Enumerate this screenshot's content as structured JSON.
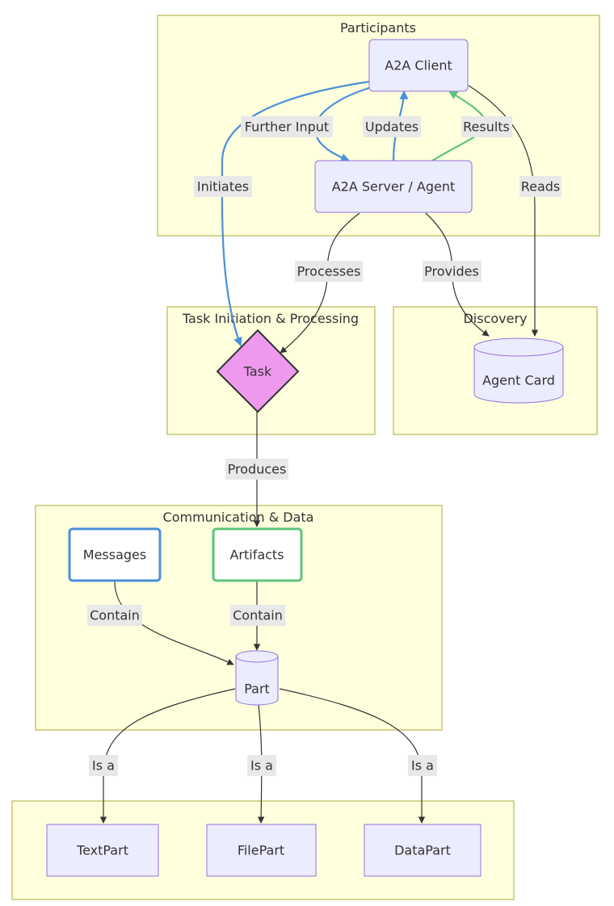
{
  "clusters": {
    "participants": "Participants",
    "task_processing": "Task Initiation & Processing",
    "discovery": "Discovery",
    "communication": "Communication & Data"
  },
  "nodes": {
    "client": "A2A Client",
    "server": "A2A Server / Agent",
    "task": "Task",
    "agent_card": "Agent Card",
    "messages": "Messages",
    "artifacts": "Artifacts",
    "part": "Part",
    "text_part": "TextPart",
    "file_part": "FilePart",
    "data_part": "DataPart"
  },
  "edges": {
    "further_input": "Further Input",
    "updates": "Updates",
    "results": "Results",
    "initiates": "Initiates",
    "reads": "Reads",
    "processes": "Processes",
    "provides": "Provides",
    "produces": "Produces",
    "contain_messages": "Contain",
    "contain_artifacts": "Contain",
    "is_a_text": "Is a",
    "is_a_file": "Is a",
    "is_a_data": "Is a"
  },
  "colors": {
    "cluster_fill": "#ffffde",
    "node_fill": "#ececff",
    "task_fill": "#ee99ee",
    "messages_border": "#4a90d9",
    "artifacts_border": "#5cc47a"
  }
}
